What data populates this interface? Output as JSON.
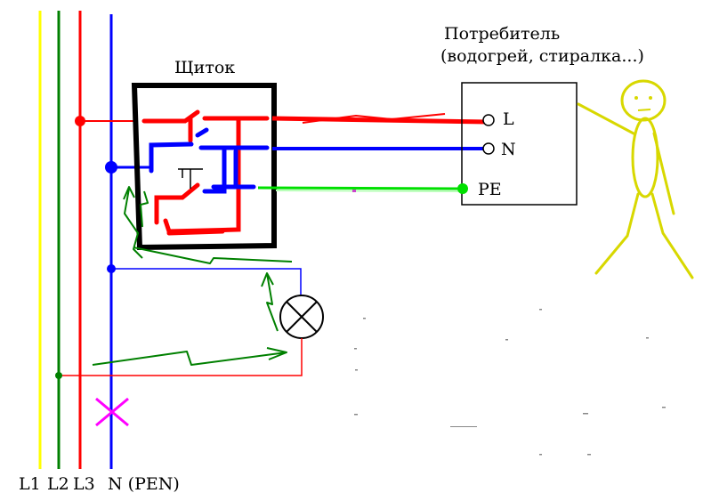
{
  "bus_labels": {
    "l1": "L1",
    "l2": "L2",
    "l3": "L3",
    "n": "N (PEN)"
  },
  "panel_title": "Щиток",
  "consumer": {
    "title_line1": "Потребитель",
    "title_line2": "(водогрей, стиралка...)",
    "terminal_l": "L",
    "terminal_n": "N",
    "terminal_pe": "PE"
  },
  "colors": {
    "l1": "#ffff00",
    "l2": "#008000",
    "l3": "#ff0000",
    "n": "#0000ff",
    "pe": "#00e000",
    "cross": "#ff00ff",
    "person": "#d8d800",
    "panel": "#000000",
    "fault_path": "#008000"
  }
}
